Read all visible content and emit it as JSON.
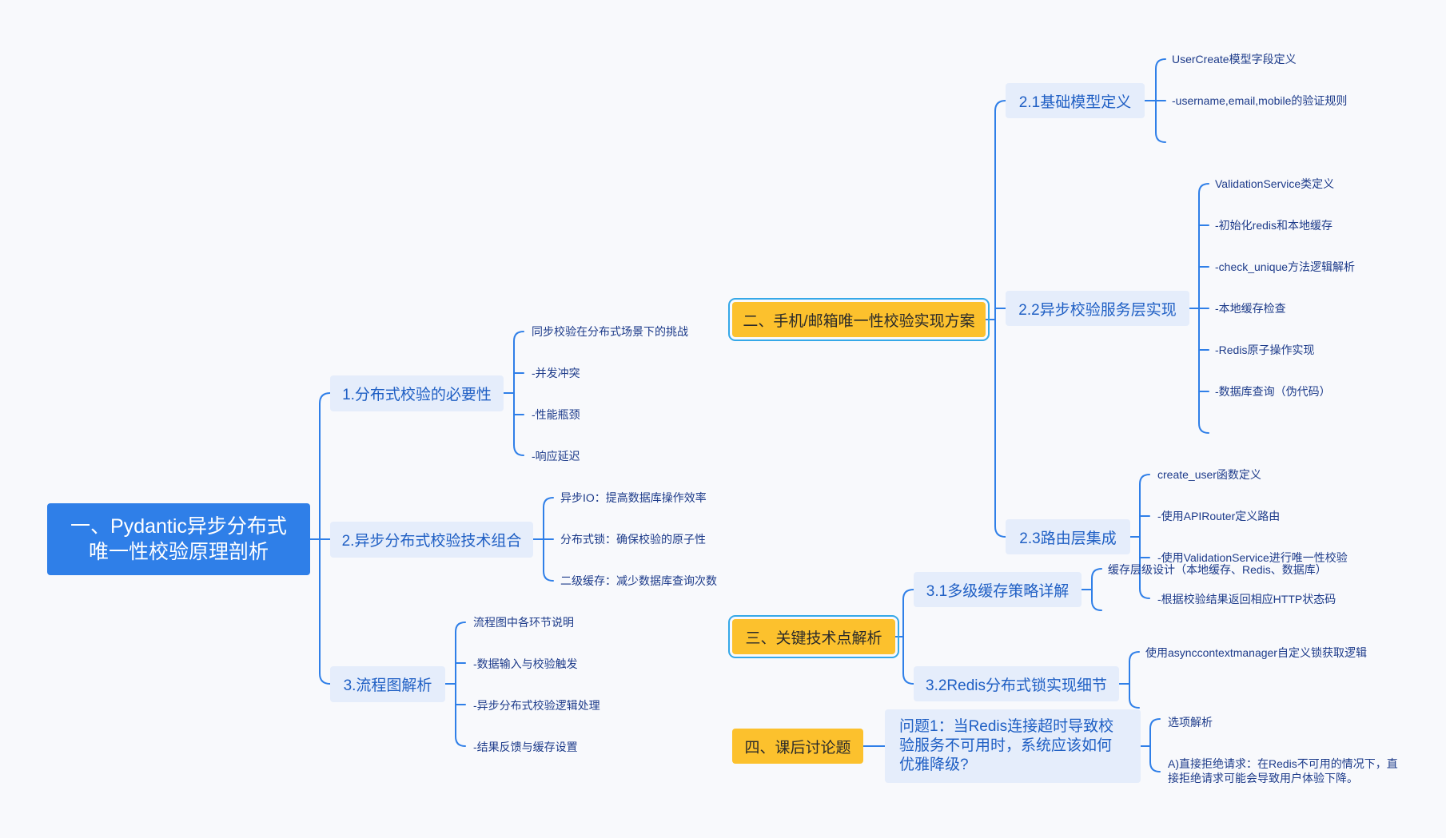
{
  "root": {
    "label": "一、Pydantic异步分布式唯一性校验原理剖析"
  },
  "branches": {
    "b1": {
      "label": "1.分布式校验的必要性",
      "leaves": [
        "同步校验在分布式场景下的挑战",
        "-并发冲突",
        "-性能瓶颈",
        "-响应延迟"
      ]
    },
    "b2": {
      "label": "2.异步分布式校验技术组合",
      "leaves": [
        "异步IO：提高数据库操作效率",
        "分布式锁：确保校验的原子性",
        "二级缓存：减少数据库查询次数"
      ]
    },
    "b3": {
      "label": "3.流程图解析",
      "leaves": [
        "流程图中各环节说明",
        "-数据输入与校验触发",
        "-异步分布式校验逻辑处理",
        "-结果反馈与缓存设置"
      ]
    }
  },
  "section2": {
    "label": "二、手机/邮箱唯一性校验实现方案",
    "s21": {
      "label": "2.1基础模型定义",
      "leaves": [
        "UserCreate模型字段定义",
        "-username,email,mobile的验证规则"
      ]
    },
    "s22": {
      "label": "2.2异步校验服务层实现",
      "leaves": [
        "ValidationService类定义",
        "-初始化redis和本地缓存",
        "-check_unique方法逻辑解析",
        "-本地缓存检查",
        "-Redis原子操作实现",
        "-数据库查询（伪代码）"
      ]
    },
    "s23": {
      "label": "2.3路由层集成",
      "leaves": [
        "create_user函数定义",
        "-使用APIRouter定义路由",
        "-使用ValidationService进行唯一性校验",
        "-根据校验结果返回相应HTTP状态码"
      ]
    }
  },
  "section3": {
    "label": "三、关键技术点解析",
    "s31": {
      "label": "3.1多级缓存策略详解",
      "leaves": [
        "缓存层级设计（本地缓存、Redis、数据库）"
      ]
    },
    "s32": {
      "label": "3.2Redis分布式锁实现细节",
      "leaves": [
        "使用asynccontextmanager自定义锁获取逻辑"
      ]
    }
  },
  "section4": {
    "label": "四、课后讨论题",
    "q1": {
      "label": "问题1：当Redis连接超时导致校验服务不可用时，系统应该如何优雅降级?",
      "leaves": [
        "选项解析",
        "A)直接拒绝请求：在Redis不可用的情况下，直接拒绝请求可能会导致用户体验下降。"
      ]
    }
  },
  "colors": {
    "root": "#2f7fe8",
    "line": "#2f7fe8",
    "orange": "#fcc12d",
    "branch_bg": "#e5edfb",
    "branch_text": "#1f5fc4",
    "leaf_text": "#1d3b8a",
    "highlight": "#35a8e8"
  }
}
